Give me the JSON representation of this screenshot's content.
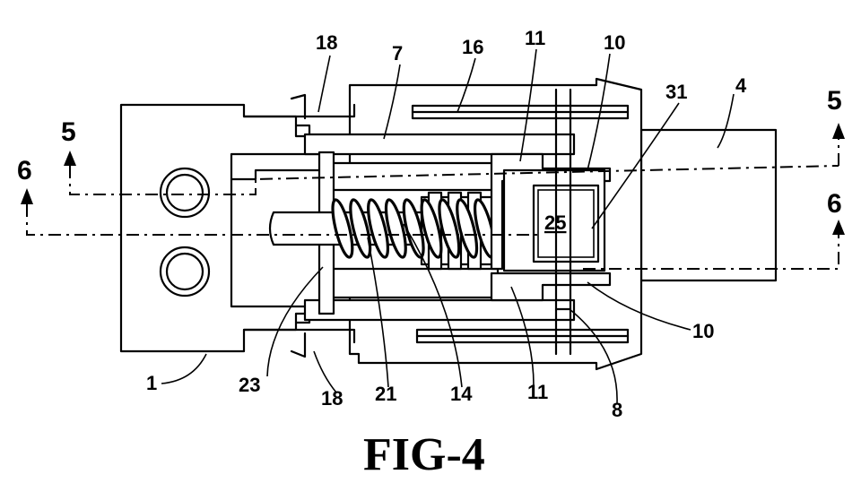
{
  "figure": {
    "caption": "FIG-4",
    "ref_numerals": {
      "n1": "1",
      "n4": "4",
      "n7": "7",
      "n8": "8",
      "n10_top": "10",
      "n10_bottom": "10",
      "n11_top": "11",
      "n11_bottom": "11",
      "n14": "14",
      "n16": "16",
      "n18_top": "18",
      "n18_bottom": "18",
      "n21": "21",
      "n23": "23",
      "n25": "25",
      "n31": "31"
    },
    "section_markers": {
      "left_5": "5",
      "left_6": "6",
      "right_5": "5",
      "right_6": "6"
    }
  }
}
